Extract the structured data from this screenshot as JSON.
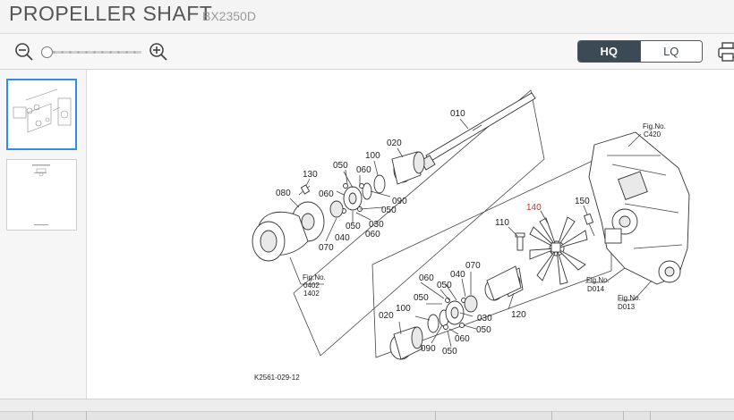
{
  "header": {
    "title": "PROPELLER SHAFT",
    "model": "BX2350D"
  },
  "toolbar": {
    "zoom_out_icon": "zoom-out-icon",
    "zoom_in_icon": "zoom-in-icon",
    "zoom_level_fraction": 0.0,
    "quality_options": [
      "HQ",
      "LQ"
    ],
    "quality_selected": "HQ",
    "print_icon": "printer-icon"
  },
  "sidebar": {
    "thumbnails": [
      {
        "name": "page-1",
        "selected": true
      },
      {
        "name": "page-2",
        "selected": false
      }
    ]
  },
  "diagram": {
    "part_labels": [
      "010",
      "020",
      "030",
      "040",
      "050",
      "060",
      "070",
      "080",
      "090",
      "100",
      "110",
      "120",
      "130",
      "140",
      "150"
    ],
    "highlighted_part": "140",
    "figure_refs": [
      {
        "line1": "Fig.No.",
        "line2": "C420"
      },
      {
        "line1": "Fig.No.",
        "line2": "0402",
        "line3": "1402"
      },
      {
        "line1": "Fig.No.",
        "line2": "D014"
      },
      {
        "line1": "Fig.No.",
        "line2": "D013"
      }
    ],
    "drawing_code": "K2561-029-12"
  },
  "colors": {
    "accent_selected": "#2d8fe6",
    "quality_active_bg": "#3c4a56",
    "highlight_label": "#c0392b"
  }
}
